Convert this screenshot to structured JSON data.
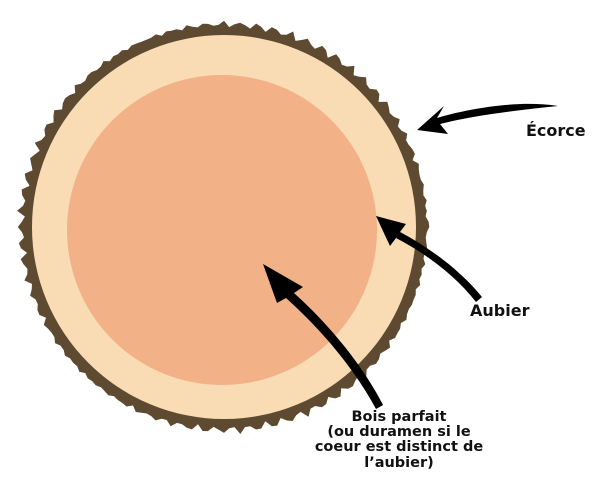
{
  "diagram": {
    "labels": {
      "bark": "Écorce",
      "sapwood": "Aubier",
      "heartwood_lines": [
        "Bois parfait",
        "(ou duramen si le",
        "coeur est distinct de",
        "l’aubier)"
      ]
    },
    "colors": {
      "background": "#ffffff",
      "bark": "#5e4a30",
      "sapwood": "#f9dcb4",
      "heartwood": "#f2b186",
      "arrow": "#000000"
    }
  }
}
